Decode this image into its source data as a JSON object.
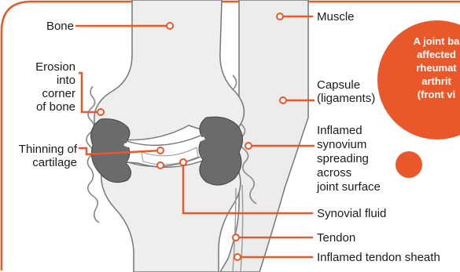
{
  "labels_left": {
    "bone": "Bone",
    "erosion": "Erosion\ninto\ncorner\nof bone",
    "thinning": "Thinning of\ncartilage"
  },
  "labels_right": {
    "muscle": "Muscle",
    "capsule": "Capsule\n(ligaments)",
    "inflamed_synovium": "Inflamed\nsynovium\nspreading\nacross\njoint surface",
    "synovial_fluid": "Synovial fluid",
    "tendon": "Tendon",
    "inflamed_tendon_sheath": "Inflamed tendon sheath"
  },
  "callout": {
    "text": "A joint ba\naffected\nrheumat\narthrit\n(front vi"
  },
  "colors": {
    "accent": "#e8582a",
    "bone": "#efefef",
    "synovium": "#6b6b6b",
    "outline": "#555555"
  }
}
